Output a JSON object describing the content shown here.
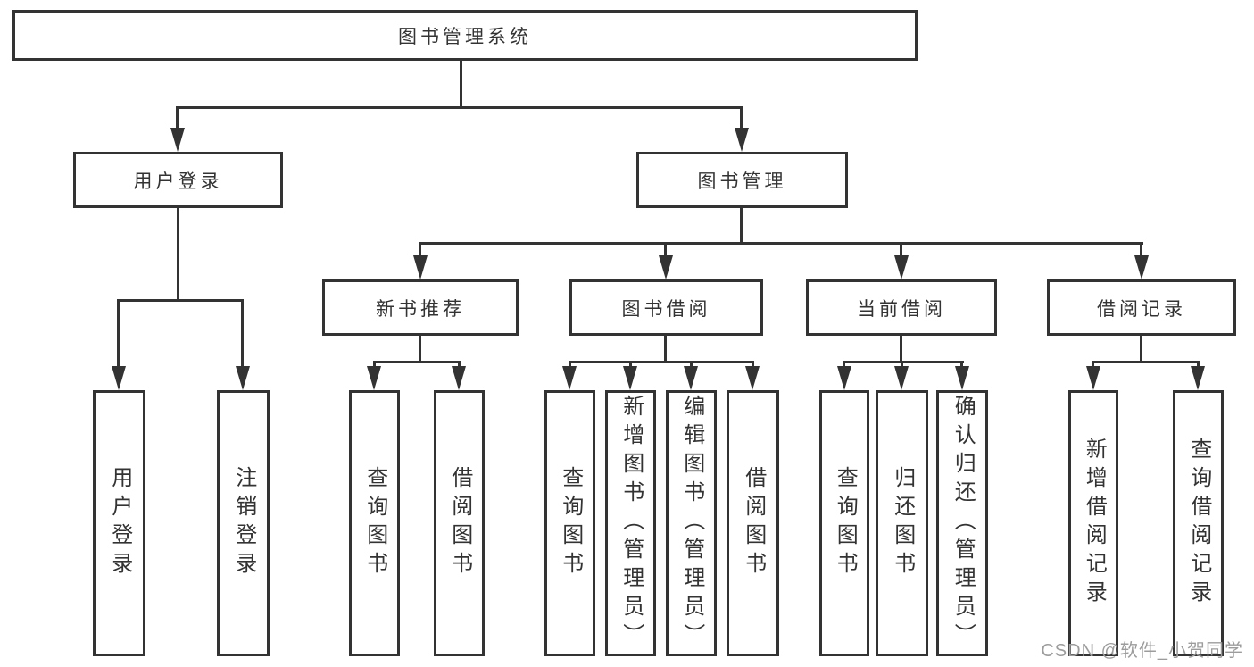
{
  "diagram": {
    "root": "图书管理系统",
    "user_login": {
      "label": "用户登录",
      "children": [
        "用户登录",
        "注销登录"
      ]
    },
    "book_mgmt": {
      "label": "图书管理",
      "groups": [
        {
          "label": "新书推荐",
          "children": [
            "查询图书",
            "借阅图书"
          ]
        },
        {
          "label": "图书借阅",
          "children": [
            "查询图书",
            "新增图书（管理员）",
            "编辑图书（管理员）",
            "借阅图书"
          ]
        },
        {
          "label": "当前借阅",
          "children": [
            "查询图书",
            "归还图书",
            "确认归还（管理员）"
          ]
        },
        {
          "label": "借阅记录",
          "children": [
            "新增借阅记录",
            "查询借阅记录"
          ]
        }
      ]
    },
    "watermark": "CSDN @软件_小贺同学",
    "colors": {
      "line": "#333333",
      "text": "#333333",
      "background": "#ffffff",
      "watermark": "#9c9c9c"
    }
  }
}
